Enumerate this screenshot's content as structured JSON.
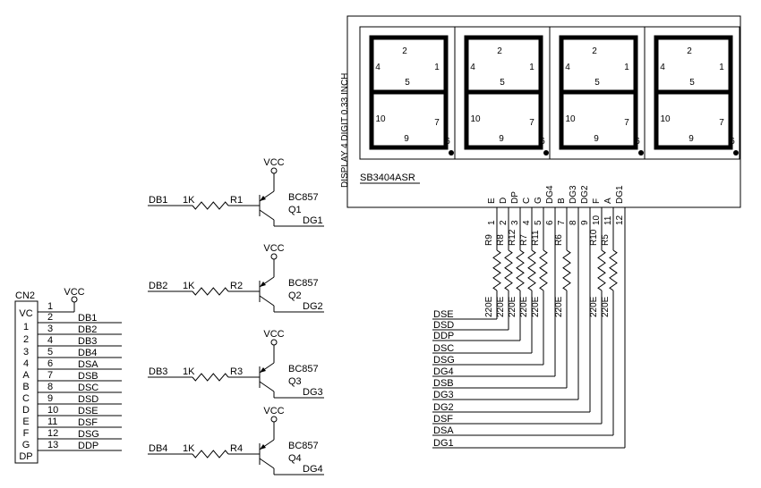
{
  "display": {
    "title": "DISPLAY 4 DIGIT 0.33 INCH",
    "part": "SB3404ASR",
    "segment_labels": [
      "2",
      "4",
      "1",
      "5",
      "10",
      "7",
      "9",
      "6"
    ],
    "pin_names": [
      "E",
      "D",
      "DP",
      "C",
      "G",
      "DG4",
      "B",
      "DG3",
      "DG2",
      "F",
      "A",
      "DG1"
    ],
    "pin_numbers": [
      "1",
      "2",
      "3",
      "4",
      "5",
      "6",
      "7",
      "8",
      "9",
      "10",
      "11",
      "12"
    ]
  },
  "resistor_array": [
    {
      "ref": "R9",
      "value": "220E"
    },
    {
      "ref": "R8",
      "value": "220E"
    },
    {
      "ref": "R12",
      "value": "220E"
    },
    {
      "ref": "R7",
      "value": "220E"
    },
    {
      "ref": "R11",
      "value": "220E"
    },
    {
      "ref": "R6",
      "value": "220E"
    },
    {
      "ref": "R10",
      "value": "220E"
    },
    {
      "ref": "R5",
      "value": "220E"
    }
  ],
  "nets": [
    "DSE",
    "DSD",
    "DDP",
    "DSC",
    "DSG",
    "DG4",
    "DSB",
    "DG3",
    "DG2",
    "DSF",
    "DSA",
    "DG1"
  ],
  "drivers": [
    {
      "input": "DB1",
      "rval": "1K",
      "rref": "R1",
      "vcc": "VCC",
      "type": "BC857",
      "q": "Q1",
      "out": "DG1"
    },
    {
      "input": "DB2",
      "rval": "1K",
      "rref": "R2",
      "vcc": "VCC",
      "type": "BC857",
      "q": "Q2",
      "out": "DG2"
    },
    {
      "input": "DB3",
      "rval": "1K",
      "rref": "R3",
      "vcc": "VCC",
      "type": "BC857",
      "q": "Q3",
      "out": "DG3"
    },
    {
      "input": "DB4",
      "rval": "1K",
      "rref": "R4",
      "vcc": "VCC",
      "type": "BC857",
      "q": "Q4",
      "out": "DG4"
    }
  ],
  "connector": {
    "ref": "CN2",
    "vcc": "VCC",
    "inner_labels": [
      "VC",
      "1",
      "2",
      "3",
      "4",
      "A",
      "B",
      "C",
      "D",
      "E",
      "F",
      "G",
      "DP"
    ],
    "pins": [
      "1",
      "2",
      "3",
      "4",
      "5",
      "6",
      "7",
      "8",
      "9",
      "10",
      "11",
      "12",
      "13"
    ],
    "nets": [
      "DB1",
      "DB2",
      "DB3",
      "DB4",
      "DSA",
      "DSB",
      "DSC",
      "DSD",
      "DSE",
      "DSF",
      "DSG",
      "DDP"
    ]
  }
}
